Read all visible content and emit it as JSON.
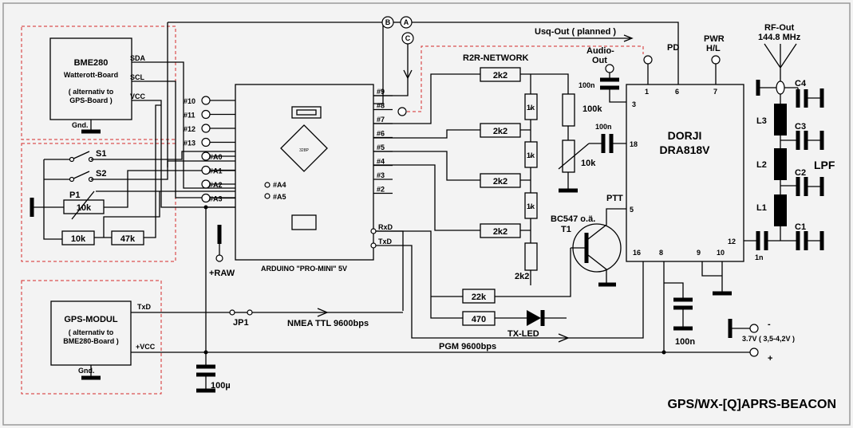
{
  "title": "GPS/WX-[Q]APRS-BEACON",
  "modules": {
    "bme280": {
      "name": "BME280",
      "sub": "Watterott-Board",
      "alt1": "( alternativ to",
      "alt2": "GPS-Board )",
      "pins": [
        "SDA",
        "SCL",
        "VCC"
      ],
      "gnd": "Gnd."
    },
    "gps": {
      "name": "GPS-MODUL",
      "alt1": "( alternativ to",
      "alt2": "BME280-Board )",
      "pins": [
        "TxD",
        "+VCC"
      ],
      "gnd": "Gnd."
    },
    "arduino": {
      "name": "ARDUINO \"PRO-MINI\" 5V",
      "chip": "328P"
    },
    "dorji": {
      "name1": "DORJI",
      "name2": "DRA818V",
      "pins": [
        "1",
        "6",
        "7",
        "3",
        "18",
        "5",
        "16",
        "8",
        "9",
        "10",
        "12"
      ]
    }
  },
  "labels": {
    "usq": "Usq-Out ( planned )",
    "pd": "PD",
    "pwr1": "PWR",
    "pwr2": "H/L",
    "rf1": "RF-Out",
    "rf2": "144.8 MHz",
    "audio1": "Audio-",
    "audio2": "Out",
    "r2r": "R2R-NETWORK",
    "lpf": "LPF",
    "nmea": "NMEA TTL 9600bps",
    "pgm": "PGM 9600bps",
    "jp1": "JP1",
    "raw": "+RAW",
    "bc547": "BC547 o.ä.",
    "t1": "T1",
    "ptt": "PTT",
    "txled": "TX-LED",
    "battery": "3.7V ( 3,5-4,2V )",
    "minus": "-",
    "plus": "+",
    "s1": "S1",
    "s2": "S2",
    "p1": "P1",
    "rxd": "RxD",
    "txd": "TxD"
  },
  "connectors": [
    "B",
    "A",
    "C"
  ],
  "arduino_left_pins": [
    "#10",
    "#11",
    "#12",
    "#13",
    "#A0",
    "#A1",
    "#A2",
    "#A3"
  ],
  "arduino_right_pins": [
    "#9",
    "#8",
    "#7",
    "#6",
    "#5",
    "#4",
    "#3",
    "#2"
  ],
  "arduino_inner": [
    "#A4",
    "#A5"
  ],
  "components": {
    "r2k2": "2k2",
    "r1k": "1k",
    "r100k": "100k",
    "r10k": "10k",
    "c100n": "100n",
    "r22k": "22k",
    "r470": "470",
    "r47k": "47k",
    "c100u": "100µ",
    "c1n": "1n",
    "coils": [
      "L1",
      "L2",
      "L3"
    ],
    "caps": [
      "C1",
      "C2",
      "C3",
      "C4"
    ]
  }
}
